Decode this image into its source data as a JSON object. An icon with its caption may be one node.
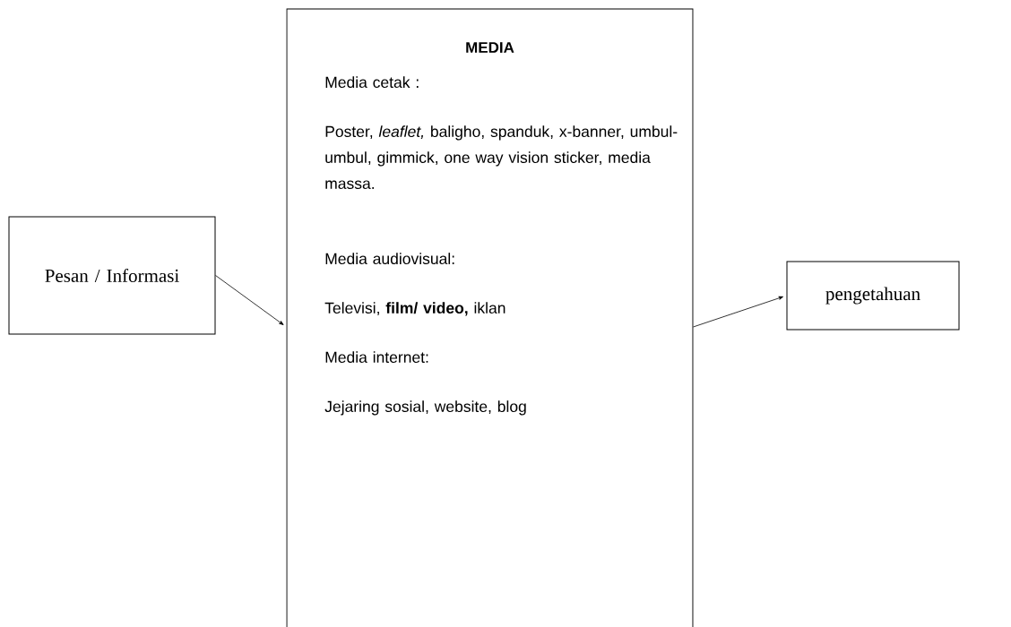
{
  "diagram": {
    "nodes": [
      {
        "text": [
          "Pesan / Informasi"
        ]
      },
      {
        "text": [
          "MEDIA",
          "Media cetak :",
          "Poster, *leaflet,* baligho, spanduk, x-banner, umbul-umbul, gimmick, one way vision sticker, media massa.",
          "Media audiovisual:",
          "Televisi, **film/ video,** iklan",
          "Media internet:",
          "Jejaring sosial, website, blog"
        ]
      },
      {
        "text": [
          "pengetahuan"
        ]
      }
    ],
    "edges": [
      {
        "from": 0,
        "to": 1,
        "arrow": "to"
      },
      {
        "from": 1,
        "to": 2,
        "arrow": "to"
      }
    ]
  }
}
